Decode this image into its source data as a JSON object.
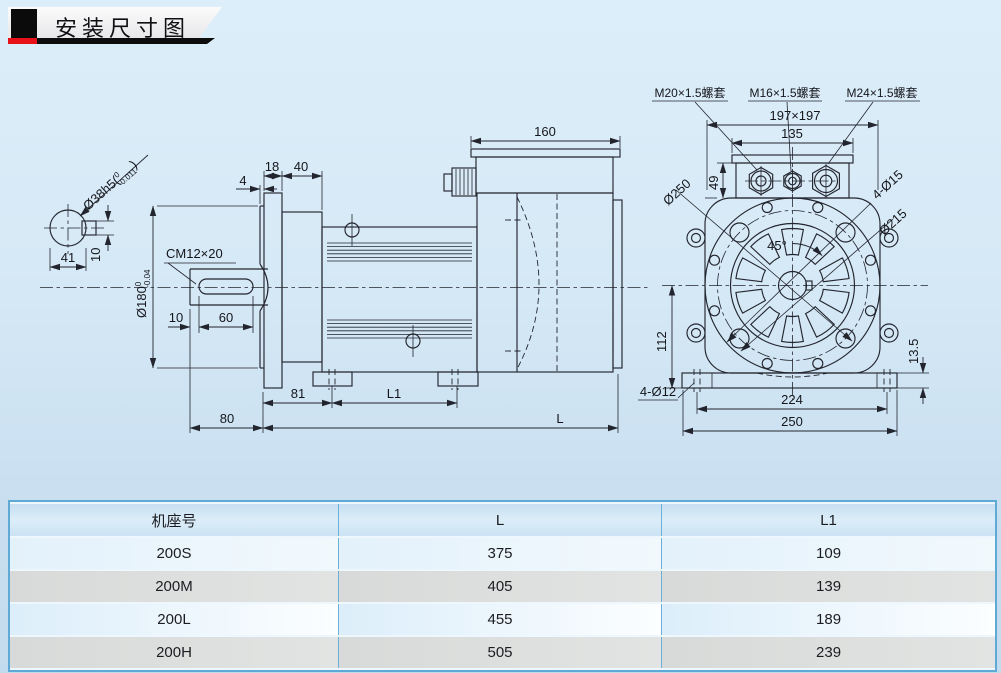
{
  "title": {
    "text": "安装尺寸图"
  },
  "colors": {
    "accent_red": "#e81119",
    "title_black": "#0b0b0b",
    "line_color": "#23252e",
    "table_border_blue": "#5ea9d6",
    "background_top": "#dceef9",
    "background_bottom": "#c3dbee"
  },
  "drawing": {
    "shaft_section": {
      "dia_prefix": "Ø38h5(",
      "tol_upper": "0",
      "tol_lower": "-0.011",
      "dia_suffix": ")",
      "width": "41",
      "key_width": "10"
    },
    "side": {
      "step": "4",
      "flange_thk": "18",
      "hub_len": "40",
      "box_len": "160",
      "keyway": "CM12×20",
      "flange_dia": "Ø180",
      "flange_tol_upper": "0",
      "flange_tol_lower": "-0.04",
      "key_offset": "10",
      "key_len": "60",
      "foot_front": "81",
      "foot_span": "L1",
      "shaft_len": "80",
      "total_len": "L"
    },
    "rear": {
      "gland_left": "M20×1.5螺套",
      "gland_mid": "M16×1.5螺套",
      "gland_right": "M24×1.5螺套",
      "frame": "197×197",
      "gland_span": "135",
      "box_height": "49",
      "flange_dia": "Ø250",
      "flange_holes": "4-Ø15",
      "bolt_circle": "Ø215",
      "angle": "45°",
      "center_height": "112",
      "base_thk": "13.5",
      "base_holes": "4-Ø12",
      "base_span": "224",
      "base_width": "250"
    }
  },
  "table": {
    "headers": [
      "机座号",
      "L",
      "L1"
    ],
    "rows": [
      {
        "model": "200S",
        "l": "375",
        "l1": "109"
      },
      {
        "model": "200M",
        "l": "405",
        "l1": "139"
      },
      {
        "model": "200L",
        "l": "455",
        "l1": "189"
      },
      {
        "model": "200H",
        "l": "505",
        "l1": "239"
      }
    ]
  }
}
